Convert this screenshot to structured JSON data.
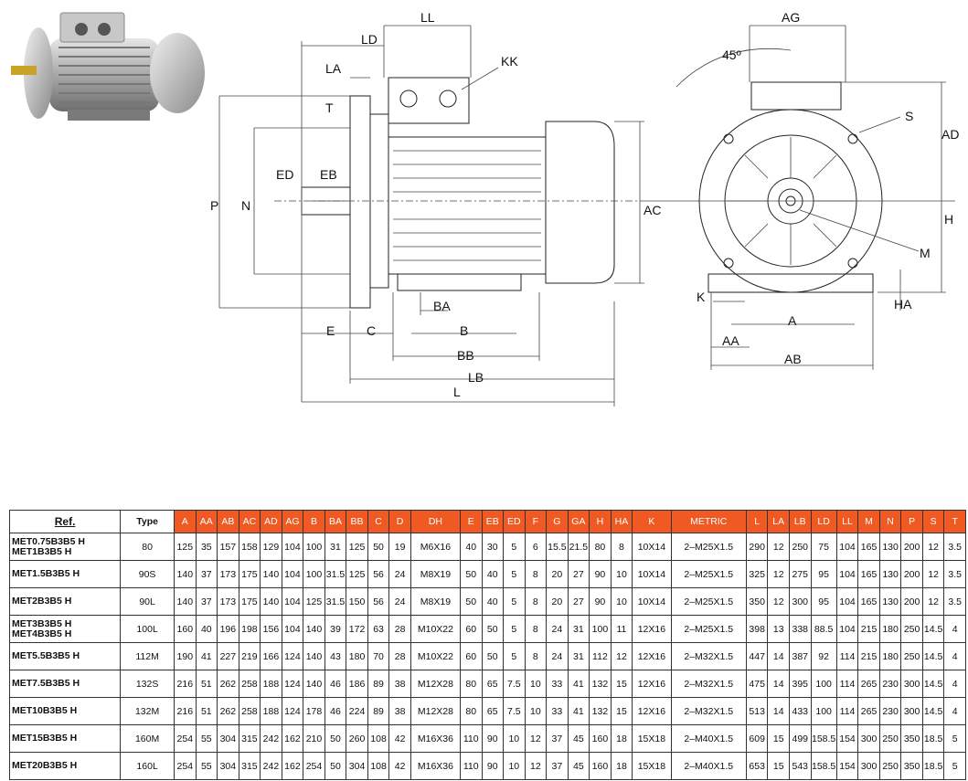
{
  "labels": {
    "LL": "LL",
    "LD": "LD",
    "KK": "KK",
    "LA": "LA",
    "T": "T",
    "ED": "ED",
    "EB": "EB",
    "P": "P",
    "N": "N",
    "AC": "AC",
    "BA": "BA",
    "E": "E",
    "C": "C",
    "B": "B",
    "BB": "BB",
    "LB": "LB",
    "L": "L",
    "AG": "AG",
    "angle": "45º",
    "S": "S",
    "AD": "AD",
    "H": "H",
    "M": "M",
    "K": "K",
    "HA": "HA",
    "A": "A",
    "AA": "AA",
    "AB": "AB"
  },
  "table": {
    "ref_header": "Ref.",
    "type_header": "Type",
    "columns": [
      "A",
      "AA",
      "AB",
      "AC",
      "AD",
      "AG",
      "B",
      "BA",
      "BB",
      "C",
      "D",
      "DH",
      "E",
      "EB",
      "ED",
      "F",
      "G",
      "GA",
      "H",
      "HA",
      "K",
      "METRIC",
      "L",
      "LA",
      "LB",
      "LD",
      "LL",
      "M",
      "N",
      "P",
      "S",
      "T"
    ],
    "rows": [
      {
        "ref": [
          "MET0.75B3B5 H",
          "MET1B3B5 H"
        ],
        "type": "80",
        "values": [
          "125",
          "35",
          "157",
          "158",
          "129",
          "104",
          "100",
          "31",
          "125",
          "50",
          "19",
          "M6X16",
          "40",
          "30",
          "5",
          "6",
          "15.5",
          "21.5",
          "80",
          "8",
          "10X14",
          "2–M25X1.5",
          "290",
          "12",
          "250",
          "75",
          "104",
          "165",
          "130",
          "200",
          "12",
          "3.5"
        ]
      },
      {
        "ref": [
          "MET1.5B3B5 H"
        ],
        "type": "90S",
        "values": [
          "140",
          "37",
          "173",
          "175",
          "140",
          "104",
          "100",
          "31.5",
          "125",
          "56",
          "24",
          "M8X19",
          "50",
          "40",
          "5",
          "8",
          "20",
          "27",
          "90",
          "10",
          "10X14",
          "2–M25X1.5",
          "325",
          "12",
          "275",
          "95",
          "104",
          "165",
          "130",
          "200",
          "12",
          "3.5"
        ]
      },
      {
        "ref": [
          "MET2B3B5 H"
        ],
        "type": "90L",
        "values": [
          "140",
          "37",
          "173",
          "175",
          "140",
          "104",
          "125",
          "31.5",
          "150",
          "56",
          "24",
          "M8X19",
          "50",
          "40",
          "5",
          "8",
          "20",
          "27",
          "90",
          "10",
          "10X14",
          "2–M25X1.5",
          "350",
          "12",
          "300",
          "95",
          "104",
          "165",
          "130",
          "200",
          "12",
          "3.5"
        ]
      },
      {
        "ref": [
          "MET3B3B5 H",
          "MET4B3B5 H"
        ],
        "type": "100L",
        "values": [
          "160",
          "40",
          "196",
          "198",
          "156",
          "104",
          "140",
          "39",
          "172",
          "63",
          "28",
          "M10X22",
          "60",
          "50",
          "5",
          "8",
          "24",
          "31",
          "100",
          "11",
          "12X16",
          "2–M25X1.5",
          "398",
          "13",
          "338",
          "88.5",
          "104",
          "215",
          "180",
          "250",
          "14.5",
          "4"
        ]
      },
      {
        "ref": [
          "MET5.5B3B5 H"
        ],
        "type": "112M",
        "values": [
          "190",
          "41",
          "227",
          "219",
          "166",
          "124",
          "140",
          "43",
          "180",
          "70",
          "28",
          "M10X22",
          "60",
          "50",
          "5",
          "8",
          "24",
          "31",
          "112",
          "12",
          "12X16",
          "2–M32X1.5",
          "447",
          "14",
          "387",
          "92",
          "114",
          "215",
          "180",
          "250",
          "14.5",
          "4"
        ]
      },
      {
        "ref": [
          "MET7.5B3B5 H"
        ],
        "type": "132S",
        "values": [
          "216",
          "51",
          "262",
          "258",
          "188",
          "124",
          "140",
          "46",
          "186",
          "89",
          "38",
          "M12X28",
          "80",
          "65",
          "7.5",
          "10",
          "33",
          "41",
          "132",
          "15",
          "12X16",
          "2–M32X1.5",
          "475",
          "14",
          "395",
          "100",
          "114",
          "265",
          "230",
          "300",
          "14.5",
          "4"
        ]
      },
      {
        "ref": [
          "MET10B3B5 H"
        ],
        "type": "132M",
        "values": [
          "216",
          "51",
          "262",
          "258",
          "188",
          "124",
          "178",
          "46",
          "224",
          "89",
          "38",
          "M12X28",
          "80",
          "65",
          "7.5",
          "10",
          "33",
          "41",
          "132",
          "15",
          "12X16",
          "2–M32X1.5",
          "513",
          "14",
          "433",
          "100",
          "114",
          "265",
          "230",
          "300",
          "14.5",
          "4"
        ]
      },
      {
        "ref": [
          "MET15B3B5 H"
        ],
        "type": "160M",
        "values": [
          "254",
          "55",
          "304",
          "315",
          "242",
          "162",
          "210",
          "50",
          "260",
          "108",
          "42",
          "M16X36",
          "110",
          "90",
          "10",
          "12",
          "37",
          "45",
          "160",
          "18",
          "15X18",
          "2–M40X1.5",
          "609",
          "15",
          "499",
          "158.5",
          "154",
          "300",
          "250",
          "350",
          "18.5",
          "5"
        ]
      },
      {
        "ref": [
          "MET20B3B5 H"
        ],
        "type": "160L",
        "values": [
          "254",
          "55",
          "304",
          "315",
          "242",
          "162",
          "254",
          "50",
          "304",
          "108",
          "42",
          "M16X36",
          "110",
          "90",
          "10",
          "12",
          "37",
          "45",
          "160",
          "18",
          "15X18",
          "2–M40X1.5",
          "653",
          "15",
          "543",
          "158.5",
          "154",
          "300",
          "250",
          "350",
          "18.5",
          "5"
        ]
      }
    ]
  }
}
